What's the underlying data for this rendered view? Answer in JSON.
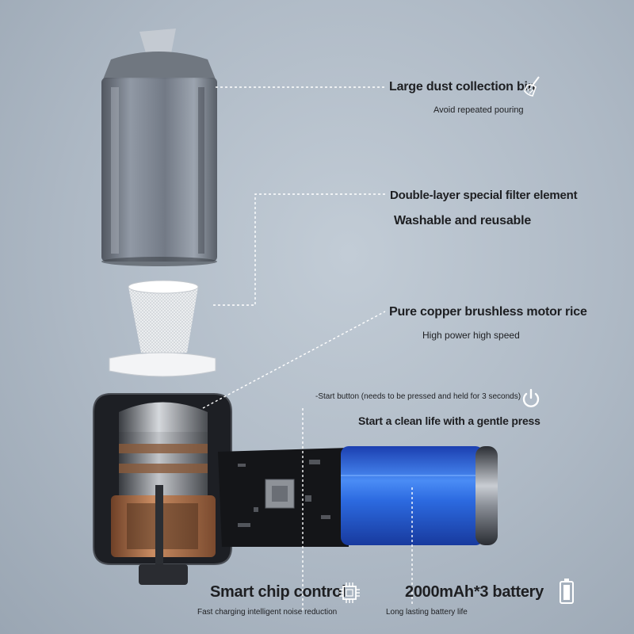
{
  "callouts": {
    "dust_bin": {
      "title": "Large dust collection bin",
      "sub": "Avoid repeated pouring"
    },
    "filter": {
      "title": "Double-layer special filter element",
      "sub": "Washable and reusable"
    },
    "motor": {
      "title": "Pure copper brushless motor rice",
      "sub": "High power high speed"
    },
    "start": {
      "note": "-Start button (needs to be pressed and held for 3 seconds)",
      "title": "Start a clean life with a gentle press"
    },
    "chip": {
      "title": "Smart chip control",
      "sub": "Fast charging intelligent noise reduction"
    },
    "battery": {
      "title": "2000mAh*3 battery",
      "sub": "Long lasting battery life"
    }
  },
  "icons": {
    "dust_bin": "broom-icon",
    "start": "power-icon",
    "chip": "chip-icon",
    "battery": "battery-icon"
  },
  "colors": {
    "background": "#b3bec9",
    "battery_blue": "#2f6fe0",
    "copper": "#b57a55",
    "leader_line": "#ffffff"
  }
}
